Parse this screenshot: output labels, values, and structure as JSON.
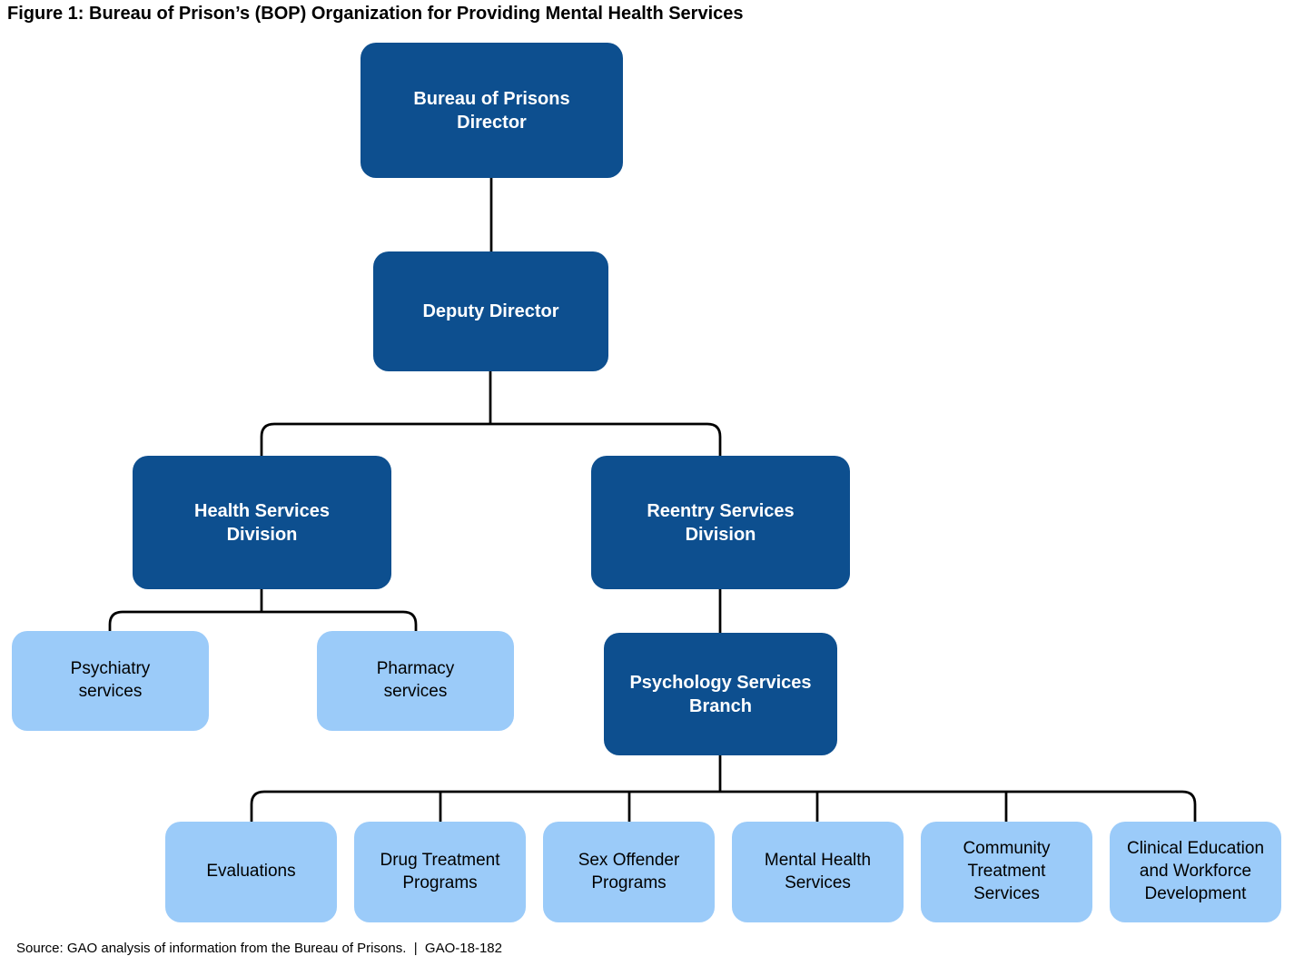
{
  "title": "Figure 1: Bureau of Prison’s (BOP) Organization for Providing Mental Health Services",
  "colors": {
    "dark_box": "#0d4f8f",
    "light_box": "#9bcbf9",
    "line": "#000000",
    "text_on_dark": "#ffffff",
    "text_on_light": "#000000",
    "title_text": "#000000"
  },
  "nodes": {
    "director": "Bureau of Prisons\nDirector",
    "deputy": "Deputy Director",
    "health": "Health Services\nDivision",
    "reentry": "Reentry Services\nDivision",
    "psychiatry": "Psychiatry\nservices",
    "pharmacy": "Pharmacy\nservices",
    "psychology": "Psychology Services\nBranch",
    "evaluations": "Evaluations",
    "drug_treatment": "Drug Treatment\nPrograms",
    "sex_offender": "Sex Offender\nPrograms",
    "mental_health": "Mental Health\nServices",
    "community_treatment": "Community\nTreatment\nServices",
    "clinical_education": "Clinical Education\nand Workforce\nDevelopment"
  },
  "hierarchy_edges": [
    [
      "director",
      "deputy"
    ],
    [
      "deputy",
      "health"
    ],
    [
      "deputy",
      "reentry"
    ],
    [
      "health",
      "psychiatry"
    ],
    [
      "health",
      "pharmacy"
    ],
    [
      "reentry",
      "psychology"
    ],
    [
      "psychology",
      "evaluations"
    ],
    [
      "psychology",
      "drug_treatment"
    ],
    [
      "psychology",
      "sex_offender"
    ],
    [
      "psychology",
      "mental_health"
    ],
    [
      "psychology",
      "community_treatment"
    ],
    [
      "psychology",
      "clinical_education"
    ]
  ],
  "source_note": "Source: GAO analysis of information from the Bureau of Prisons.  |  GAO-18-182"
}
